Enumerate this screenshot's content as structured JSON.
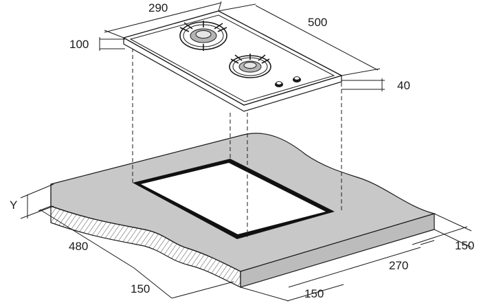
{
  "colors": {
    "ink": "#1a1a1a",
    "countertop": "#c8c8c8",
    "countertop_edge": "#bcbcbc",
    "cutout": "#111111",
    "hob_surface": "#ffffff",
    "burner_glow": "#b5b5b5"
  },
  "dimensions": {
    "hob_width": "290",
    "hob_depth": "500",
    "hob_height_total": "100",
    "hob_height_above": "40",
    "cutout_depth": "480",
    "front_margin_left": "150",
    "cutout_width": "270",
    "front_margin_right": "150",
    "side_margin": "150",
    "worktop_thickness": "Y"
  },
  "icons": {
    "burner_large": "gas-burner-large-icon",
    "burner_small": "gas-burner-small-icon",
    "control_knob": "control-knob-icon"
  }
}
